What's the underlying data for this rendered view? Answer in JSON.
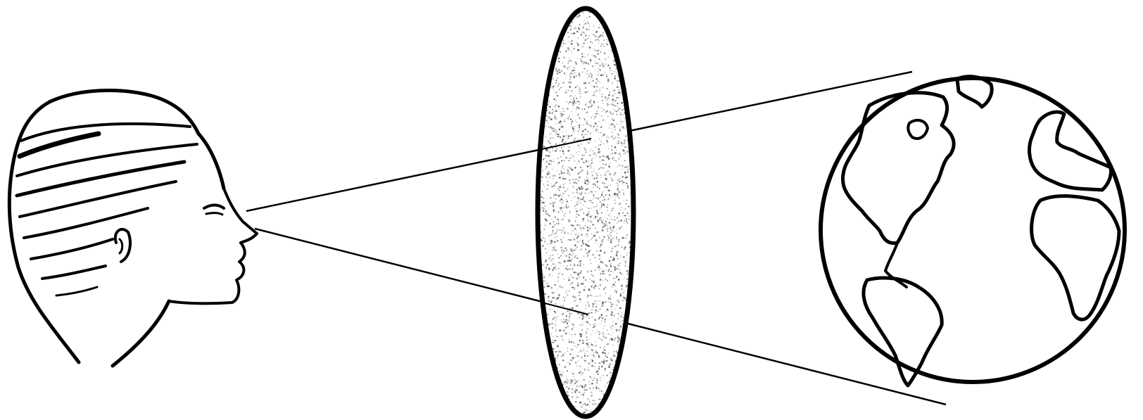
{
  "diagram": {
    "elements": [
      {
        "id": "viewer-head",
        "kind": "human-head-profile"
      },
      {
        "id": "sight-line-upper",
        "kind": "line"
      },
      {
        "id": "sight-line-lower",
        "kind": "line"
      },
      {
        "id": "filter-lens",
        "kind": "speckled-ellipse"
      },
      {
        "id": "earth-globe",
        "kind": "globe"
      }
    ],
    "colors": {
      "ink": "#000000",
      "paper": "#ffffff",
      "speckle": "#555555"
    }
  }
}
